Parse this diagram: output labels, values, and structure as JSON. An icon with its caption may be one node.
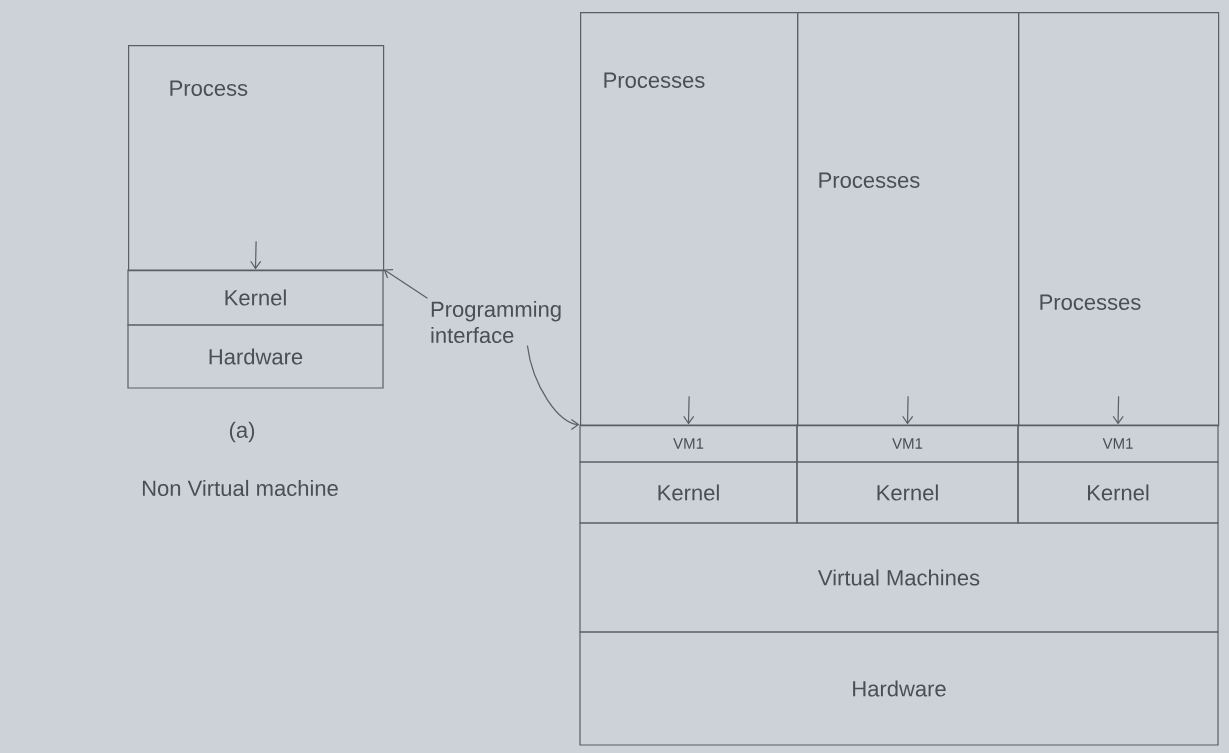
{
  "diagram": {
    "nodes": [
      {
        "text": [
          "Process"
        ]
      },
      {
        "text": [
          "Kernel"
        ]
      },
      {
        "text": [
          "Hardware"
        ]
      },
      {
        "text": [
          "Programming interface"
        ]
      },
      {
        "text": [
          "Processes"
        ]
      },
      {
        "text": [
          "Processes"
        ]
      },
      {
        "text": [
          "Processes"
        ]
      },
      {
        "text": [
          "VM1"
        ]
      },
      {
        "text": [
          "VM1"
        ]
      },
      {
        "text": [
          "VM1"
        ]
      },
      {
        "text": [
          "Kernel"
        ]
      },
      {
        "text": [
          "Kernel"
        ]
      },
      {
        "text": [
          "Kernel"
        ]
      },
      {
        "text": [
          "Virtual Machines"
        ]
      },
      {
        "text": [
          "Hardware"
        ]
      }
    ],
    "edges": [
      {
        "from": 0,
        "to": 1,
        "arrow": "to"
      },
      {
        "from": 3,
        "to": 1,
        "arrow": "to"
      },
      {
        "from": 3,
        "to": 7,
        "arrow": "to"
      },
      {
        "from": 4,
        "to": 7,
        "arrow": "to"
      },
      {
        "from": 5,
        "to": 8,
        "arrow": "to"
      },
      {
        "from": 6,
        "to": 9,
        "arrow": "to"
      }
    ],
    "labels": [
      "(a)",
      "Non Virtual machine"
    ]
  }
}
